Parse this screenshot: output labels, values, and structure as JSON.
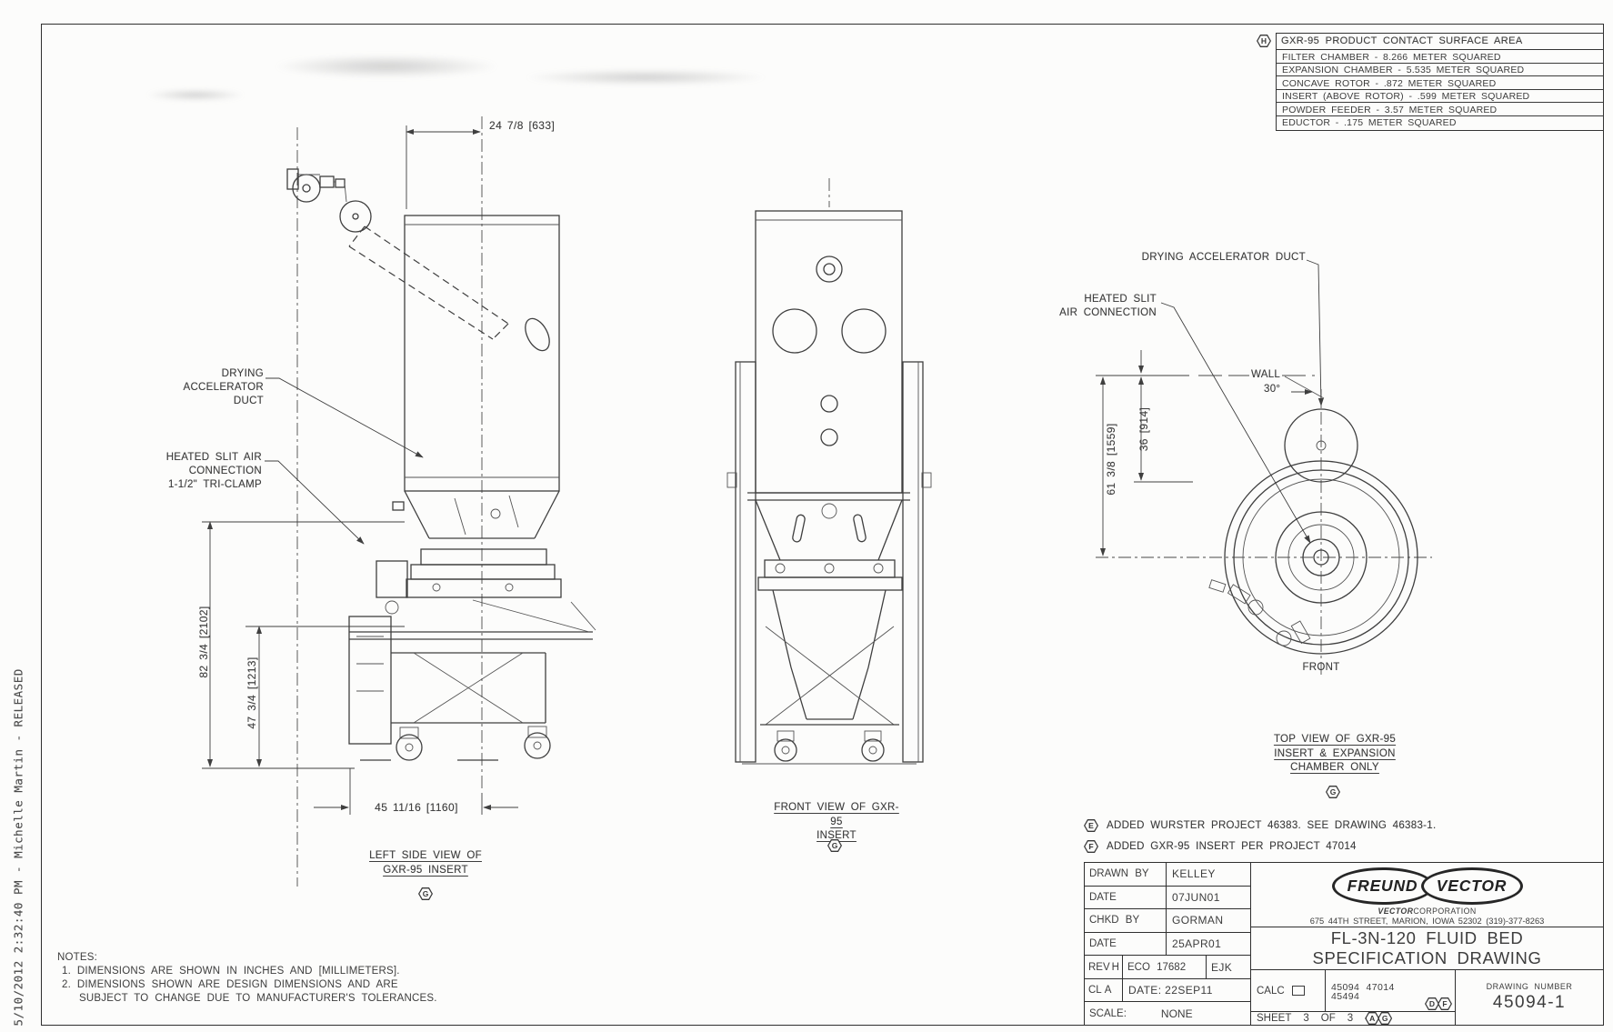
{
  "stamp": "5/10/2012  2:32:40 PM  -  Michelle Martin  -  RELEASED",
  "surface_table": {
    "flag": "H",
    "title": "GXR-95 PRODUCT CONTACT SURFACE AREA",
    "rows": [
      "FILTER CHAMBER - 8.266 METER SQUARED",
      "EXPANSION CHAMBER - 5.535 METER SQUARED",
      "CONCAVE ROTOR - .872 METER SQUARED",
      "INSERT (ABOVE ROTOR) - .599 METER SQUARED",
      "POWDER FEEDER - 3.57 METER SQUARED",
      "EDUCTOR - .175 METER SQUARED"
    ]
  },
  "left_view": {
    "dim_width_top": "24 7/8 [633]",
    "label_drying_duct": "DRYING\nACCELERATOR\nDUCT",
    "label_heated_slit": "HEATED SLIT AIR\nCONNECTION\n1-1/2\" TRI-CLAMP",
    "dim_height_outer": "82 3/4 [2102]",
    "dim_height_inner": "47 3/4 [1213]",
    "dim_width_bottom": "45 11/16 [1160]",
    "caption": "LEFT SIDE VIEW OF\nGXR-95 INSERT",
    "flag": "G"
  },
  "front_view": {
    "caption": "FRONT VIEW OF GXR-95\nINSERT",
    "flag": "G"
  },
  "top_view": {
    "label_drying_duct": "DRYING ACCELERATOR DUCT",
    "label_heated_slit": "HEATED SLIT\nAIR CONNECTION",
    "label_wall": "WALL",
    "label_angle": "30°",
    "dim_wall_to_center": "61 3/8 [1559]",
    "dim_wall_to_chamber": "36 [914]",
    "label_front": "FRONT",
    "caption": "TOP VIEW OF GXR-95\nINSERT & EXPANSION\nCHAMBER ONLY",
    "flag": "G"
  },
  "revisions": [
    {
      "flag": "E",
      "text": "ADDED WURSTER PROJECT 46383. SEE DRAWING 46383-1."
    },
    {
      "flag": "F",
      "text": "ADDED GXR-95 INSERT PER PROJECT 47014"
    }
  ],
  "notes": {
    "heading": "NOTES:",
    "item1": "1.  DIMENSIONS ARE SHOWN IN INCHES AND [MILLIMETERS].",
    "item2": "2.  DIMENSIONS SHOWN ARE DESIGN DIMENSIONS AND ARE",
    "item2b": "SUBJECT TO CHANGE DUE TO MANUFACTURER'S TOLERANCES."
  },
  "title_block": {
    "drawn_by_label": "DRAWN BY",
    "drawn_by": "KELLEY",
    "date1_label": "DATE",
    "date1": "07JUN01",
    "chkd_by_label": "CHKD BY",
    "chkd_by": "GORMAN",
    "date2_label": "DATE",
    "date2": "25APR01",
    "rev_label": "REV",
    "rev": "H",
    "eco": "ECO 17682",
    "eco_by": "EJK",
    "class_label": "CL",
    "class_value": "A",
    "class_date": "DATE:  22SEP11",
    "scale_label": "SCALE:",
    "scale": "NONE",
    "logo_left": "FREUND",
    "logo_right": "VECTOR",
    "corp_bold": "VECTOR",
    "corp_rest": "CORPORATION",
    "address": "675 44TH STREET, MARION, IOWA 52302 (319)-377-8263",
    "title_line1": "FL-3N-120 FLUID BED",
    "title_line2": "SPECIFICATION DRAWING",
    "calc_label": "CALC",
    "project_numbers": "45094  47014\n45494",
    "project_flag1": "D",
    "project_flag2": "F",
    "sheet_label": "SHEET",
    "sheet_num": "3",
    "sheet_of": "OF",
    "sheet_total": "3",
    "sheet_flag1": "A",
    "sheet_flag2": "G",
    "drawing_number_label": "DRAWING NUMBER",
    "drawing_number": "45094-1"
  }
}
